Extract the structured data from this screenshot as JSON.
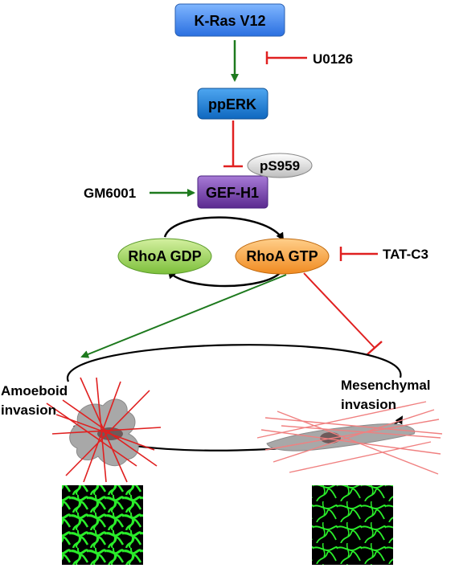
{
  "nodes": {
    "kras": "K-Ras V12",
    "pperk": "ppERK",
    "gefh1": "GEF-H1",
    "ps959": "pS959",
    "rhoa_gdp": "RhoA GDP",
    "rhoa_gtp": "RhoA GTP"
  },
  "inhibitors": {
    "u0126": "U0126",
    "tatc3": "TAT-C3"
  },
  "activators": {
    "gm6001": "GM6001"
  },
  "modes": {
    "amoeboid_line1": "Amoeboid",
    "amoeboid_line2": "invasion",
    "mesenchymal_line1": "Mesenchymal",
    "mesenchymal_line2": "invasion"
  },
  "colors": {
    "kras": "#3d86f0",
    "pperk": "#1a7fd4",
    "gefh1": "#7a3fb0",
    "rhoa_gdp": "#a6d964",
    "rhoa_gtp": "#f4a040",
    "ps959": "#e0e0e0",
    "activate": "#1e7a1e",
    "inhibit": "#e02020",
    "micrograph_green": "#2aee2a"
  }
}
